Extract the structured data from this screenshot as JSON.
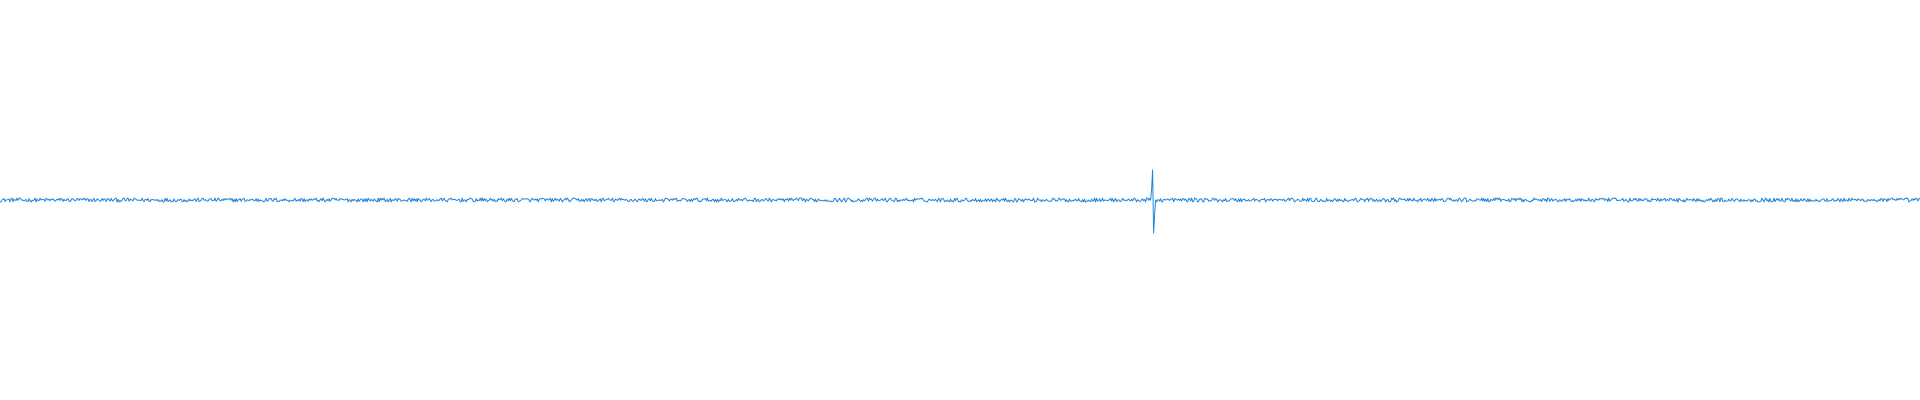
{
  "colors": {
    "background": "#ffffff",
    "line": "#1f84d9"
  },
  "chart_data": {
    "type": "line",
    "title": "",
    "xlabel": "",
    "ylabel": "",
    "axes_visible": false,
    "grid": false,
    "legend": "none",
    "xlim": [
      0,
      1
    ],
    "ylim": [
      -1,
      1
    ],
    "series": [
      {
        "baseline": 0,
        "noise_amplitude": 0.02,
        "spike": {
          "x": 0.601,
          "max": 0.3,
          "min": -0.33
        }
      }
    ]
  }
}
